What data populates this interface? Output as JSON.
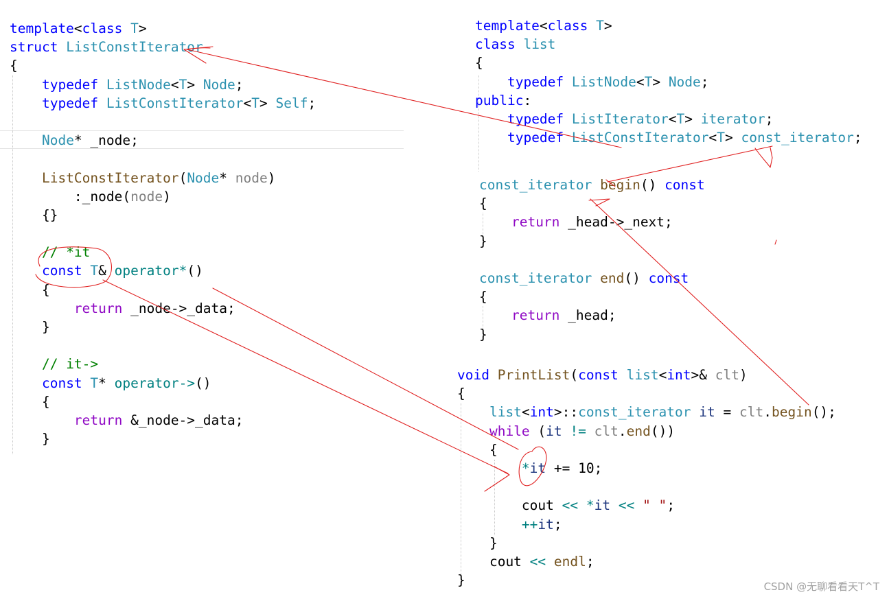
{
  "left_code": {
    "lines": [
      [
        [
          "kw",
          "template"
        ],
        [
          "",
          "<"
        ],
        [
          "kw",
          "class"
        ],
        [
          "",
          " "
        ],
        [
          "ty",
          "T"
        ],
        [
          "",
          ">"
        ]
      ],
      [
        [
          "kw",
          "struct"
        ],
        [
          "",
          " "
        ],
        [
          "cls",
          "ListConstIterator"
        ]
      ],
      [
        [
          "",
          "{"
        ]
      ],
      [
        [
          "",
          "    "
        ],
        [
          "kw",
          "typedef"
        ],
        [
          "",
          " "
        ],
        [
          "cls",
          "ListNode"
        ],
        [
          "",
          "<"
        ],
        [
          "ty",
          "T"
        ],
        [
          "",
          "> "
        ],
        [
          "cls",
          "Node"
        ],
        [
          "",
          ";"
        ]
      ],
      [
        [
          "",
          "    "
        ],
        [
          "kw",
          "typedef"
        ],
        [
          "",
          " "
        ],
        [
          "cls",
          "ListConstIterator"
        ],
        [
          "",
          "<"
        ],
        [
          "ty",
          "T"
        ],
        [
          "",
          "> "
        ],
        [
          "cls",
          "Self"
        ],
        [
          "",
          ";"
        ]
      ],
      [],
      [
        [
          "",
          "    "
        ],
        [
          "cls",
          "Node"
        ],
        [
          "",
          "* _node;"
        ]
      ],
      [],
      [
        [
          "",
          "    "
        ],
        [
          "fn",
          "ListConstIterator"
        ],
        [
          "",
          "("
        ],
        [
          "cls",
          "Node"
        ],
        [
          "",
          "* "
        ],
        [
          "prm",
          "node"
        ],
        [
          "",
          ")"
        ]
      ],
      [
        [
          "",
          "        :_node("
        ],
        [
          "prm",
          "node"
        ],
        [
          "",
          ")"
        ]
      ],
      [
        [
          "",
          "    {}"
        ]
      ],
      [],
      [
        [
          "",
          "    "
        ],
        [
          "cm",
          "// *it"
        ]
      ],
      [
        [
          "",
          "    "
        ],
        [
          "kw",
          "const"
        ],
        [
          "",
          " "
        ],
        [
          "ty",
          "T"
        ],
        [
          "",
          "& "
        ],
        [
          "op",
          "operator*"
        ],
        [
          "",
          "()"
        ]
      ],
      [
        [
          "",
          "    {"
        ]
      ],
      [
        [
          "",
          "        "
        ],
        [
          "ctl",
          "return"
        ],
        [
          "",
          "",
          " "
        ],
        [
          "",
          " _node->_data;"
        ]
      ],
      [
        [
          "",
          "    }"
        ]
      ],
      [],
      [
        [
          "",
          "    "
        ],
        [
          "cm",
          "// it->"
        ]
      ],
      [
        [
          "",
          "    "
        ],
        [
          "kw",
          "const"
        ],
        [
          "",
          " "
        ],
        [
          "ty",
          "T"
        ],
        [
          "",
          "* "
        ],
        [
          "op",
          "operator->"
        ],
        [
          "",
          "()"
        ]
      ],
      [
        [
          "",
          "    {"
        ]
      ],
      [
        [
          "",
          "        "
        ],
        [
          "ctl",
          "return"
        ],
        [
          "",
          " &_node->_data;"
        ]
      ],
      [
        [
          "",
          "    }"
        ]
      ]
    ]
  },
  "right_top_code": {
    "lines": [
      [
        [
          "kw",
          "template"
        ],
        [
          "",
          "<"
        ],
        [
          "kw",
          "class"
        ],
        [
          "",
          " "
        ],
        [
          "ty",
          "T"
        ],
        [
          "",
          ">"
        ]
      ],
      [
        [
          "kw",
          "class"
        ],
        [
          "",
          " "
        ],
        [
          "cls",
          "list"
        ]
      ],
      [
        [
          "",
          "{"
        ]
      ],
      [
        [
          "",
          "    "
        ],
        [
          "kw",
          "typedef"
        ],
        [
          "",
          " "
        ],
        [
          "cls",
          "ListNode"
        ],
        [
          "",
          "<"
        ],
        [
          "ty",
          "T"
        ],
        [
          "",
          "> "
        ],
        [
          "cls",
          "Node"
        ],
        [
          "",
          ";"
        ]
      ],
      [
        [
          "kw",
          "public"
        ],
        [
          "",
          ":"
        ]
      ],
      [
        [
          "",
          "    "
        ],
        [
          "kw",
          "typedef"
        ],
        [
          "",
          " "
        ],
        [
          "cls",
          "ListIterator"
        ],
        [
          "",
          "<"
        ],
        [
          "ty",
          "T"
        ],
        [
          "",
          "> "
        ],
        [
          "cls",
          "iterator"
        ],
        [
          "",
          ";"
        ]
      ],
      [
        [
          "",
          "    "
        ],
        [
          "kw",
          "typedef"
        ],
        [
          "",
          " "
        ],
        [
          "cls",
          "ListConstIterator"
        ],
        [
          "",
          "<"
        ],
        [
          "ty",
          "T"
        ],
        [
          "",
          "> "
        ],
        [
          "cls",
          "const_iterator"
        ],
        [
          "",
          ";"
        ]
      ]
    ]
  },
  "right_mid_code": {
    "lines": [
      [
        [
          "cls",
          "const_iterator"
        ],
        [
          "",
          " "
        ],
        [
          "fn",
          "begin"
        ],
        [
          "",
          "() "
        ],
        [
          "kw",
          "const"
        ]
      ],
      [
        [
          "",
          "{"
        ]
      ],
      [
        [
          "",
          "    "
        ],
        [
          "ctl",
          "return"
        ],
        [
          "",
          " _head->_next;"
        ]
      ],
      [
        [
          "",
          "}"
        ]
      ],
      [],
      [
        [
          "cls",
          "const_iterator"
        ],
        [
          "",
          " "
        ],
        [
          "fn",
          "end"
        ],
        [
          "",
          "() "
        ],
        [
          "kw",
          "const"
        ]
      ],
      [
        [
          "",
          "{"
        ]
      ],
      [
        [
          "",
          "    "
        ],
        [
          "ctl",
          "return"
        ],
        [
          "",
          " _head;"
        ]
      ],
      [
        [
          "",
          "}"
        ]
      ]
    ]
  },
  "right_bottom_code": {
    "lines": [
      [
        [
          "kw",
          "void"
        ],
        [
          "",
          " "
        ],
        [
          "fn",
          "PrintList"
        ],
        [
          "",
          "("
        ],
        [
          "kw",
          "const"
        ],
        [
          "",
          " "
        ],
        [
          "cls",
          "list"
        ],
        [
          "",
          "<"
        ],
        [
          "kw",
          "int"
        ],
        [
          "",
          ">& "
        ],
        [
          "prm",
          "clt"
        ],
        [
          "",
          ")"
        ]
      ],
      [
        [
          "",
          "{"
        ]
      ],
      [
        [
          "",
          "    "
        ],
        [
          "cls",
          "list"
        ],
        [
          "",
          "<"
        ],
        [
          "kw",
          "int"
        ],
        [
          "",
          ">::"
        ],
        [
          "cls",
          "const_iterator"
        ],
        [
          "",
          " "
        ],
        [
          "var",
          "it"
        ],
        [
          "",
          " = "
        ],
        [
          "prm",
          "clt"
        ],
        [
          "",
          "."
        ],
        [
          "fn",
          "begin"
        ],
        [
          "",
          "();"
        ]
      ],
      [
        [
          "",
          "    "
        ],
        [
          "ctl",
          "while"
        ],
        [
          "",
          " ("
        ],
        [
          "var",
          "it"
        ],
        [
          "",
          " "
        ],
        [
          "op",
          "!="
        ],
        [
          "",
          " "
        ],
        [
          "prm",
          "clt"
        ],
        [
          "",
          "."
        ],
        [
          "fn",
          "end"
        ],
        [
          "",
          "())"
        ]
      ],
      [
        [
          "",
          "    {"
        ]
      ],
      [
        [
          "",
          "        "
        ],
        [
          "op",
          "*"
        ],
        [
          "var",
          "it"
        ],
        [
          "",
          " += 10;"
        ]
      ],
      [],
      [
        [
          "",
          "        cout "
        ],
        [
          "op",
          "<<"
        ],
        [
          "",
          " "
        ],
        [
          "op",
          "*"
        ],
        [
          "var",
          "it"
        ],
        [
          "",
          " "
        ],
        [
          "op",
          "<<"
        ],
        [
          "",
          " "
        ],
        [
          "str",
          "\" \""
        ],
        [
          "",
          ";"
        ]
      ],
      [
        [
          "",
          "        "
        ],
        [
          "op",
          "++"
        ],
        [
          "var",
          "it"
        ],
        [
          "",
          ";"
        ]
      ],
      [
        [
          "",
          "    }"
        ]
      ],
      [
        [
          "",
          "    cout "
        ],
        [
          "op",
          "<<"
        ],
        [
          "",
          " "
        ],
        [
          "fn",
          "endl"
        ],
        [
          "",
          ";"
        ]
      ],
      [
        [
          "",
          "}"
        ]
      ]
    ]
  },
  "watermark": "CSDN @无聊看看天T^T",
  "colors": {
    "keyword": "#0000ff",
    "control": "#8f08c4",
    "type": "#2b91af",
    "function": "#74531f",
    "parameter": "#808080",
    "comment": "#008000",
    "annotation": "#e02020"
  }
}
